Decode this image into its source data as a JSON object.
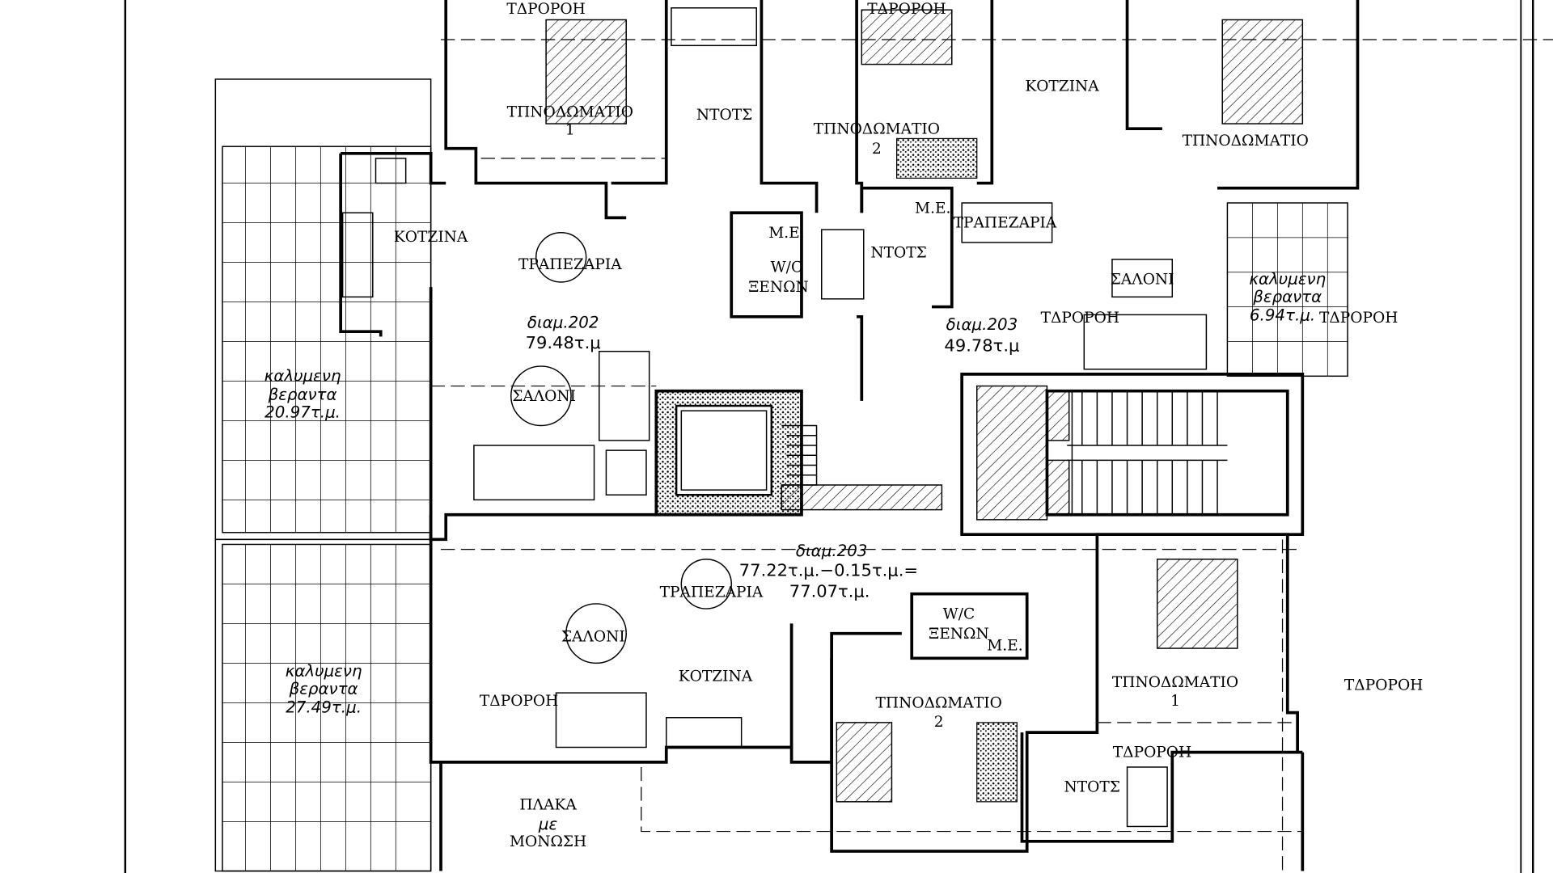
{
  "labels": {
    "drain_1": "ΤΔΡΟΡΟΗ",
    "drain_2": "ΤΔΡΟΡΟΗ",
    "drain_3": "ΤΔΡΟΡΟΗ",
    "drain_4": "ΤΔΡΟΡΟΗ",
    "drain_5": "ΤΔΡΟΡΟΗ",
    "drain_6": "ΤΔΡΟΡΟΗ",
    "drain_7": "ΤΔΡΟΡΟΗ",
    "bedroom": "ΤΠΝΟΔΩΜΑΤΙΟ",
    "num_1": "1",
    "num_2": "2",
    "shower": "ΝΤΟΤΣ",
    "kitchen": "ΚΟΤΖΙΝΑ",
    "dining": "ΤΡΑΠΕΖΑΡΙΑ",
    "living": "ΣΑΛΟΝΙ",
    "me": "Μ.Ε.",
    "wc": "W/C",
    "guests": "ΞΕΝΩΝ",
    "covered": "καλυμενη",
    "veranda": "βεραντα",
    "slab": "ΠΛΑΚΑ",
    "with": "με",
    "insulation": "ΜΟΝΩΣΗ"
  },
  "apartments": {
    "a202": {
      "name": "διαμ.202",
      "area": "79.48τ.μ"
    },
    "a203_top": {
      "name": "διαμ.203",
      "area": "49.78τ.μ"
    },
    "a203_bottom": {
      "name": "διαμ.203",
      "area_calc": "77.22τ.μ.−0.15τ.μ.=",
      "area": "77.07τ.μ."
    }
  },
  "verandas": {
    "v1": "20.97τ.μ.",
    "v2": "27.49τ.μ.",
    "v3": "6.94τ.μ."
  }
}
